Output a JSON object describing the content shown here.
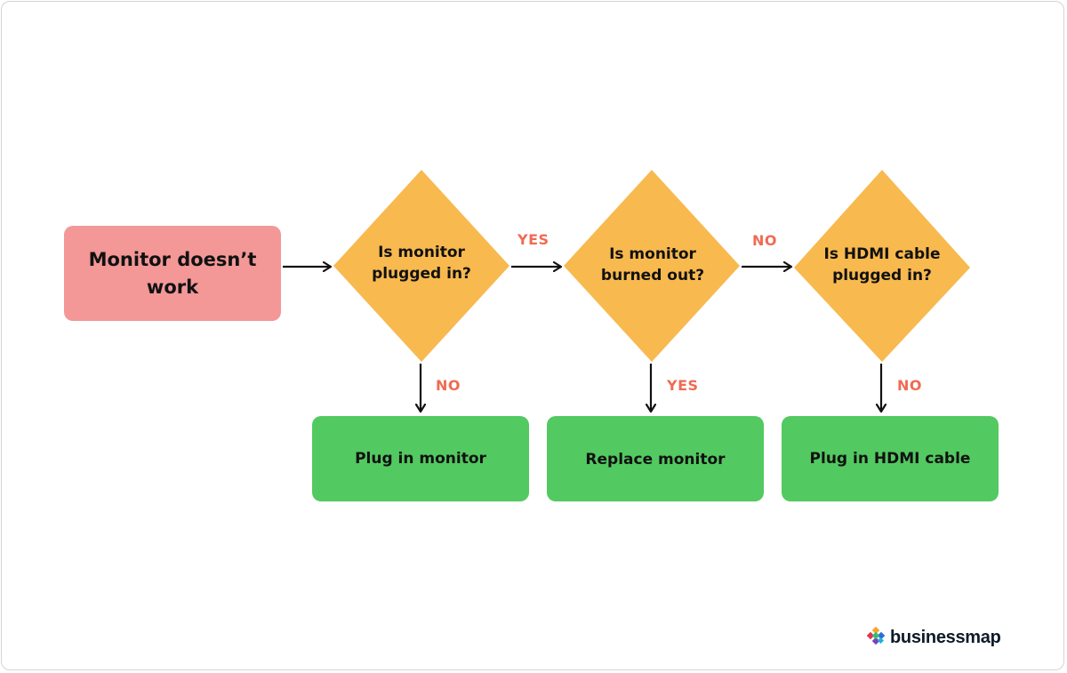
{
  "start": {
    "label": "Monitor doesn’t work"
  },
  "decisions": [
    {
      "label": "Is monitor plugged in?"
    },
    {
      "label": "Is monitor burned out?"
    },
    {
      "label": "Is HDMI cable plugged in?"
    }
  ],
  "actions": [
    {
      "label": "Plug in monitor"
    },
    {
      "label": "Replace monitor"
    },
    {
      "label": "Plug in HDMI cable"
    }
  ],
  "edge_labels": {
    "d1_to_d2": "YES",
    "d2_to_d3": "NO",
    "d1_to_a1": "NO",
    "d2_to_a2": "YES",
    "d3_to_a3": "NO"
  },
  "brand": {
    "name": "businessmap",
    "icon": "businessmap-logo-icon"
  },
  "colors": {
    "start": "#f39797",
    "decision": "#f8b94f",
    "action": "#53c961",
    "edge_label": "#ef6b53",
    "arrow": "#111111"
  }
}
